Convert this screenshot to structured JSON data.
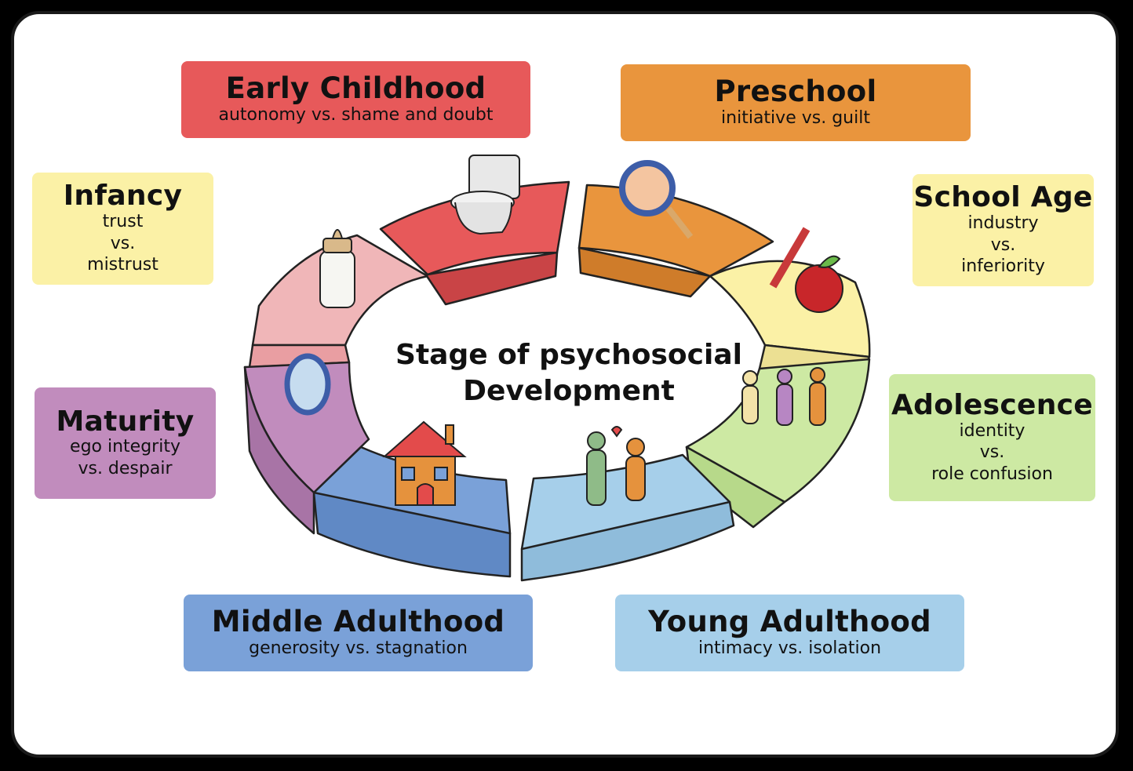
{
  "center": {
    "line1": "Stage of psychosocial",
    "line2": "Development"
  },
  "stages": {
    "infancy": {
      "title": "Infancy",
      "lines": [
        "trust",
        "vs.",
        "mistrust"
      ],
      "color": "#fbf1a6",
      "icon": "baby-bottle-icon",
      "segment_color": "#f0b6b8"
    },
    "early_childhood": {
      "title": "Early Childhood",
      "lines": [
        "autonomy vs. shame and doubt"
      ],
      "color": "#e7595a",
      "icon": "toilet-icon",
      "segment_color": "#e7595a"
    },
    "preschool": {
      "title": "Preschool",
      "lines": [
        "initiative vs. guilt"
      ],
      "color": "#e9953d",
      "icon": "magnifying-glass-icon",
      "segment_color": "#e9953d"
    },
    "school_age": {
      "title": "School Age",
      "lines": [
        "industry",
        "vs.",
        "inferiority"
      ],
      "color": "#fbf1a6",
      "icon": "apple-pencil-icon",
      "segment_color": "#fbf1a6"
    },
    "adolescence": {
      "title": "Adolescence",
      "lines": [
        "identity",
        "vs.",
        "role confusion"
      ],
      "color": "#cde9a3",
      "icon": "teens-icon",
      "segment_color": "#cde9a3"
    },
    "young_adulthood": {
      "title": "Young Adulthood",
      "lines": [
        "intimacy vs. isolation"
      ],
      "color": "#a6cfea",
      "icon": "couple-icon",
      "segment_color": "#a6cfea"
    },
    "middle_adulthood": {
      "title": "Middle Adulthood",
      "lines": [
        "generosity vs. stagnation"
      ],
      "color": "#7aa1d8",
      "icon": "house-icon",
      "segment_color": "#7aa1d8"
    },
    "maturity": {
      "title": "Maturity",
      "lines": [
        "ego integrity",
        "vs. despair"
      ],
      "color": "#c18cbd",
      "icon": "mirror-icon",
      "segment_color": "#c18cbd"
    }
  }
}
